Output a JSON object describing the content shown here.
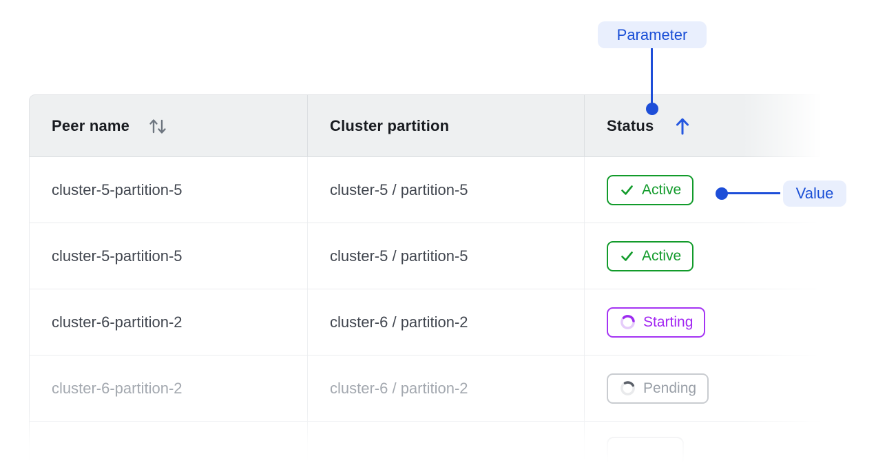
{
  "annotations": {
    "parameter_label": "Parameter",
    "value_label": "Value"
  },
  "table": {
    "columns": [
      {
        "label": "Peer name",
        "sort_icon": "sort-updown-icon",
        "sort_state": "sortable"
      },
      {
        "label": "Cluster partition",
        "sort_icon": null,
        "sort_state": "none"
      },
      {
        "label": "Status",
        "sort_icon": "arrow-up-icon",
        "sort_state": "ascending"
      }
    ],
    "rows": [
      {
        "peer_name": "cluster-5-partition-5",
        "cluster_partition": "cluster-5 / partition-5",
        "status": {
          "label": "Active",
          "state": "active",
          "icon": "check-icon"
        },
        "muted": false
      },
      {
        "peer_name": "cluster-5-partition-5",
        "cluster_partition": "cluster-5 / partition-5",
        "status": {
          "label": "Active",
          "state": "active",
          "icon": "check-icon"
        },
        "muted": false
      },
      {
        "peer_name": "cluster-6-partition-2",
        "cluster_partition": "cluster-6 / partition-2",
        "status": {
          "label": "Starting",
          "state": "starting",
          "icon": "spinner-icon"
        },
        "muted": false
      },
      {
        "peer_name": "cluster-6-partition-2",
        "cluster_partition": "cluster-6 / partition-2",
        "status": {
          "label": "Pending",
          "state": "pending",
          "icon": "spinner-icon"
        },
        "muted": true
      },
      {
        "peer_name": "",
        "cluster_partition": "",
        "status": {
          "label": "",
          "state": "ghost",
          "icon": null
        },
        "muted": true
      }
    ]
  },
  "colors": {
    "annotation_blue": "#1d4ed8",
    "annotation_badge_bg": "#e9effd",
    "header_bg": "#eef0f1",
    "header_text": "#181b20",
    "row_text": "#40454e",
    "row_text_muted": "#a3a8af",
    "divider": "#eaecee",
    "status_active_green": "#129b2b",
    "status_starting_purple": "#a433f3",
    "status_pending_gray": "#9aa0a8",
    "sort_icon_gray": "#6e7680",
    "sort_arrow_blue": "#2457e0"
  }
}
